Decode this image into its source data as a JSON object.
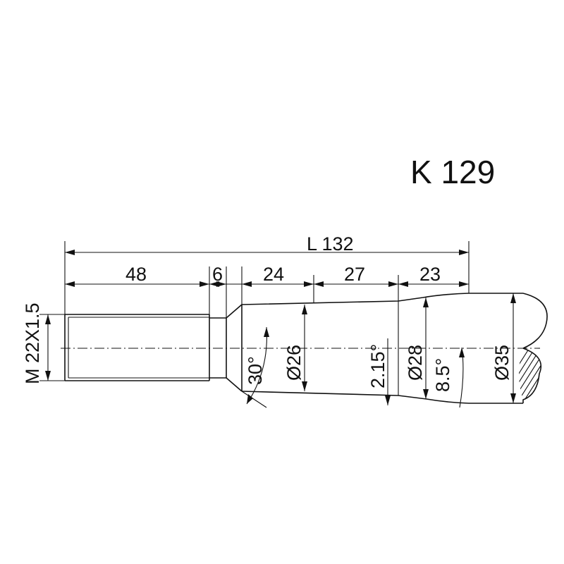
{
  "title": "K 129",
  "dimensions": {
    "total_length": "L 132",
    "thread_length": "48",
    "groove_width": "6",
    "seg1_length": "24",
    "seg2_length": "27",
    "seg3_length": "23",
    "thread_spec": "M 22X1.5",
    "chamfer_angle": "30°",
    "dia_26": "Ø26",
    "taper_angle_1": "2.15°",
    "dia_28": "Ø28",
    "taper_angle_2": "8.5°",
    "dia_35": "Ø35"
  }
}
